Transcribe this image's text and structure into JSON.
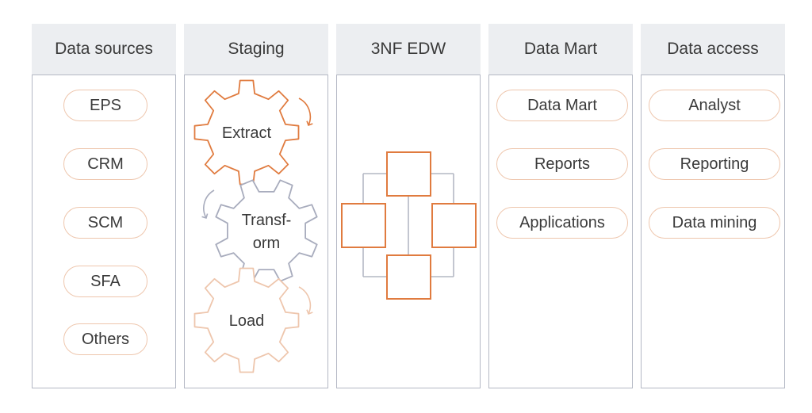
{
  "columns": [
    {
      "title": "Data sources",
      "items": [
        "EPS",
        "CRM",
        "SCM",
        "SFA",
        "Others"
      ]
    },
    {
      "title": "Staging",
      "gears": [
        "Extract",
        "Transf-",
        "orm",
        "Load"
      ]
    },
    {
      "title": "3NF EDW"
    },
    {
      "title": "Data Mart",
      "items": [
        "Data Mart",
        "Reports",
        "Applications"
      ]
    },
    {
      "title": "Data access",
      "items": [
        "Analyst",
        "Reporting",
        "Data mining"
      ]
    }
  ],
  "colors": {
    "header_bg": "#eceef1",
    "border": "#b4b8c4",
    "accent_orange": "#e07b3f",
    "light_orange": "#eec6ad",
    "gray_gear": "#a8acbd"
  }
}
